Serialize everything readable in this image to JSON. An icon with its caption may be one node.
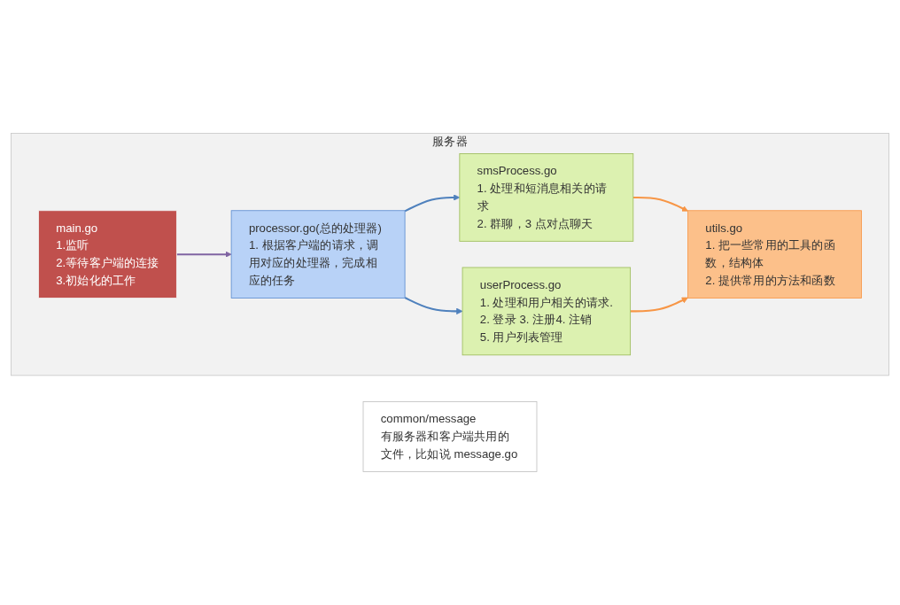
{
  "diagram": {
    "nodes": [
      {
        "text": [
          "服务器"
        ]
      },
      {
        "text": [
          "main.go",
          "1.监听",
          "2.等待客户端的连接",
          "3.初始化的工作"
        ],
        "in": 0
      },
      {
        "text": [
          "processor.go(总的处理器)",
          "1. 根据客户端的请求，调用对应的处理器，完成相应的任务"
        ],
        "in": 0
      },
      {
        "text": [
          "smsProcess.go",
          "1. 处理和短消息相关的请求",
          "2. 群聊，3 点对点聊天"
        ],
        "in": 0
      },
      {
        "text": [
          "userProcess.go",
          "1. 处理和用户相关的请求.",
          "2. 登录 3. 注册4. 注销",
          "5. 用户列表管理"
        ],
        "in": 0
      },
      {
        "text": [
          "utils.go",
          "1. 把一些常用的工具的函数，结构体",
          "2. 提供常用的方法和函数"
        ],
        "in": 0
      },
      {
        "text": [
          "common/message",
          "有服务器和客户端共用的文件，比如说 message.go"
        ]
      }
    ],
    "edges": [
      {
        "from": 1,
        "to": 2,
        "arrow": "to",
        "color": "#8064a2"
      },
      {
        "from": 2,
        "to": 3,
        "arrow": "to",
        "color": "#4f81bd"
      },
      {
        "from": 2,
        "to": 4,
        "arrow": "to",
        "color": "#4f81bd"
      },
      {
        "from": 3,
        "to": 5,
        "arrow": "to",
        "color": "#f79646"
      },
      {
        "from": 4,
        "to": 5,
        "arrow": "to",
        "color": "#f79646"
      }
    ]
  }
}
